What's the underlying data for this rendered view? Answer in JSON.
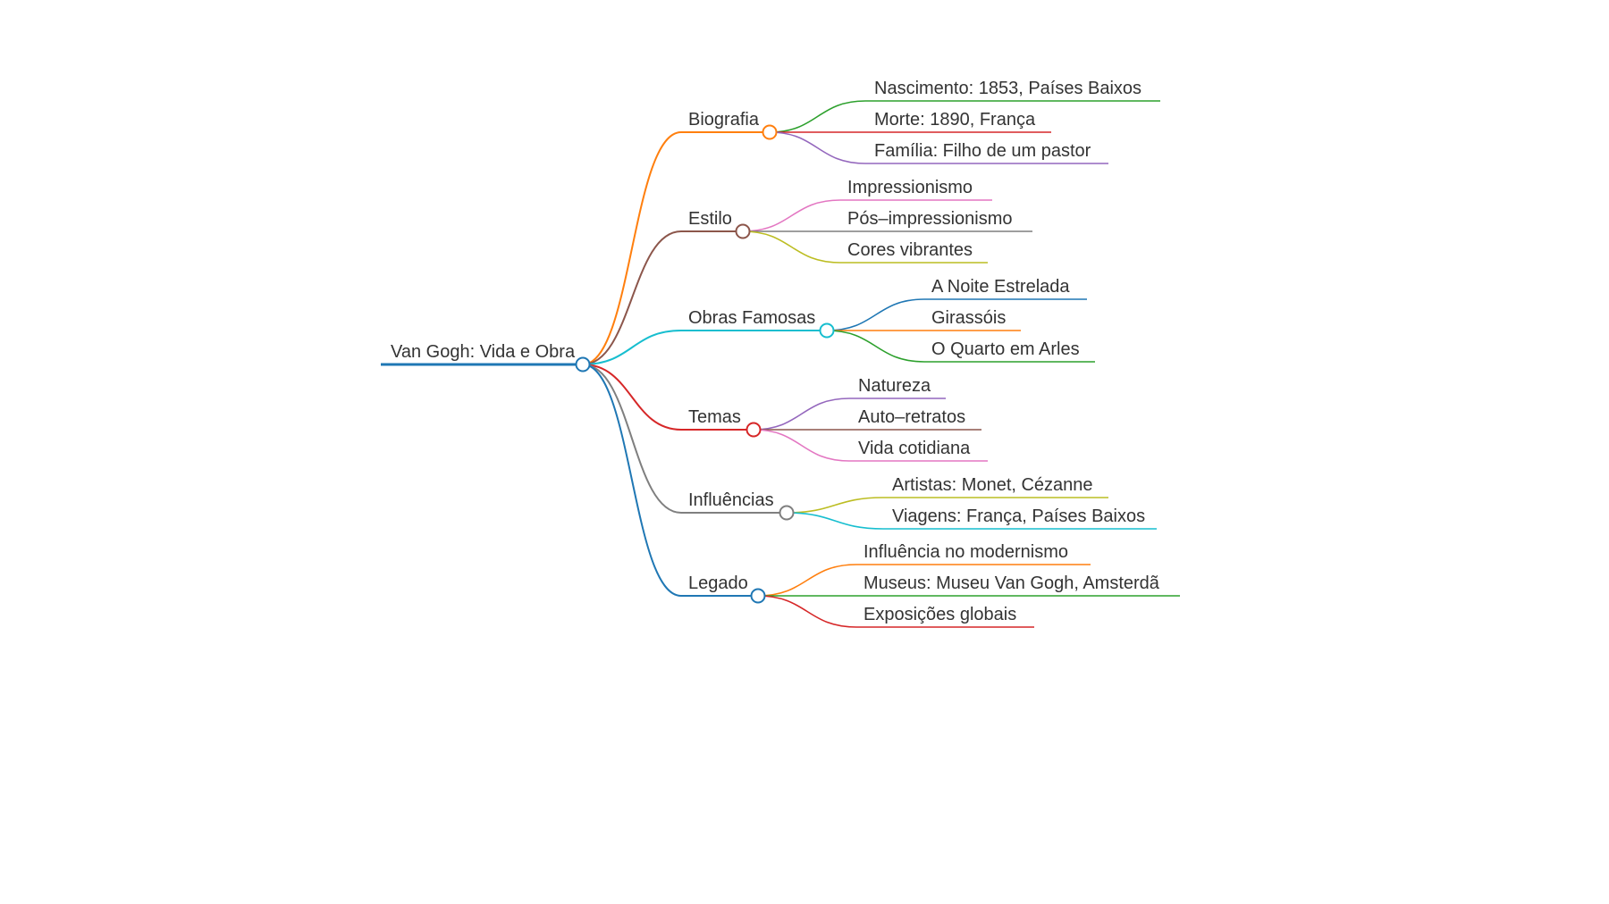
{
  "root": {
    "label": "Van Gogh: Vida e Obra",
    "color": "#1f77b4"
  },
  "branches": [
    {
      "label": "Biografia",
      "color": "#ff7f0e",
      "children": [
        {
          "label": "Nascimento: 1853, Países Baixos",
          "color": "#2ca02c"
        },
        {
          "label": "Morte: 1890, França",
          "color": "#d62728"
        },
        {
          "label": "Família: Filho de um pastor",
          "color": "#9467bd"
        }
      ]
    },
    {
      "label": "Estilo",
      "color": "#8c564b",
      "children": [
        {
          "label": "Impressionismo",
          "color": "#e377c2"
        },
        {
          "label": "Pós–impressionismo",
          "color": "#7f7f7f"
        },
        {
          "label": "Cores vibrantes",
          "color": "#bcbd22"
        }
      ]
    },
    {
      "label": "Obras Famosas",
      "color": "#17becf",
      "children": [
        {
          "label": "A Noite Estrelada",
          "color": "#1f77b4"
        },
        {
          "label": "Girassóis",
          "color": "#ff7f0e"
        },
        {
          "label": "O Quarto em Arles",
          "color": "#2ca02c"
        }
      ]
    },
    {
      "label": "Temas",
      "color": "#d62728",
      "children": [
        {
          "label": "Natureza",
          "color": "#9467bd"
        },
        {
          "label": "Auto–retratos",
          "color": "#8c564b"
        },
        {
          "label": "Vida cotidiana",
          "color": "#e377c2"
        }
      ]
    },
    {
      "label": "Influências",
      "color": "#7f7f7f",
      "children": [
        {
          "label": "Artistas: Monet, Cézanne",
          "color": "#bcbd22"
        },
        {
          "label": "Viagens: França, Países Baixos",
          "color": "#17becf"
        }
      ]
    },
    {
      "label": "Legado",
      "color": "#1f77b4",
      "children": [
        {
          "label": "Influência no modernismo",
          "color": "#ff7f0e"
        },
        {
          "label": "Museus: Museu Van Gogh, Amsterdã",
          "color": "#2ca02c"
        },
        {
          "label": "Exposições globais",
          "color": "#d62728"
        }
      ]
    }
  ]
}
